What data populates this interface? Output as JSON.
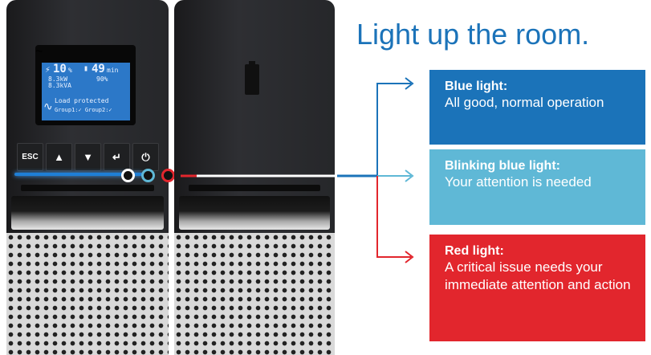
{
  "headline": "Light up the room.",
  "colors": {
    "blue": "#1b73b9",
    "light_blue": "#5fb8d6",
    "red": "#e2262d"
  },
  "lcd": {
    "wave_icon": "sine-wave-icon",
    "load_pct": "10",
    "load_unit": "%",
    "runtime": "49",
    "runtime_unit": "min",
    "line_kw": "8.3kW",
    "line_kva": "8.3kVA",
    "battery_pct": "90%",
    "status": "Load protected",
    "groups": "Group1:✓ Group2:✓"
  },
  "buttons": [
    {
      "label": "ESC",
      "icon": "esc-button"
    },
    {
      "label": "▲",
      "icon": "arrow-up-icon"
    },
    {
      "label": "▼",
      "icon": "arrow-down-icon"
    },
    {
      "label": "↵",
      "icon": "enter-icon"
    },
    {
      "label": "⏻",
      "icon": "power-icon"
    }
  ],
  "legend": [
    {
      "title": "Blue light:",
      "desc": "All good, normal operation",
      "color": "#1b73b9"
    },
    {
      "title": "Blinking blue light:",
      "desc": "Your attention is needed",
      "color": "#5fb8d6"
    },
    {
      "title": "Red light:",
      "desc": "A critical issue needs your immediate attention and action",
      "color": "#e2262d"
    }
  ]
}
